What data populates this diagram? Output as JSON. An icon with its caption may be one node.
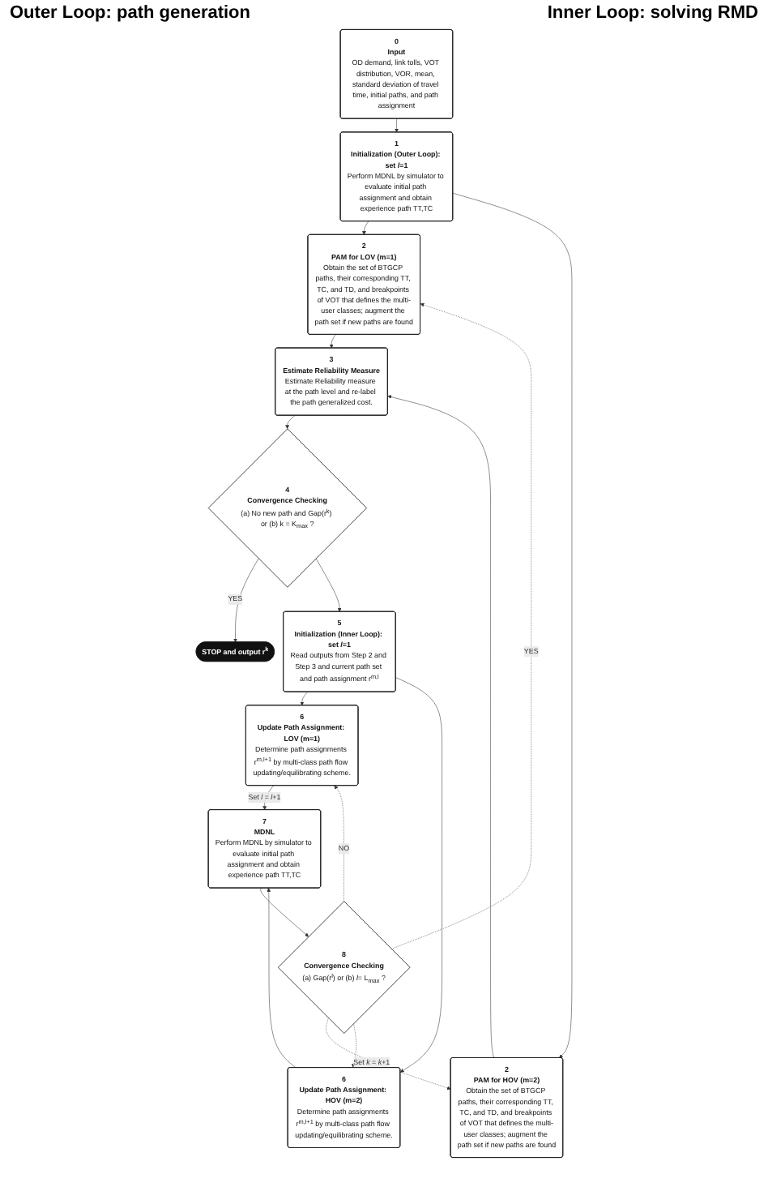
{
  "diagram": {
    "nodes": [
      {
        "text": [
          "0",
          "Input",
          "OD demand, link tolls, VOT distribution, VOR, mean, standard deviation of travel time, initial paths, and path assignment"
        ]
      },
      {
        "text": [
          "1",
          "Initialization (Outer Loop): set *l*=1",
          "Perform MDNL by simulator to evaluate initial path assignment and obtain experience path TT,TC"
        ]
      },
      {
        "text": [
          "2",
          "PAM for LOV (m=1)",
          "Obtain the set of BTGCP paths, their corresponding TT, TC, and TD, and breakpoints of VOT that defines the multi-user classes; augment the path set if new paths are found"
        ]
      },
      {
        "text": [
          "2",
          "PAM for HOV (m=2)",
          "Obtain the set of BTGCP paths, their corresponding TT, TC, and TD, and breakpoints of VOT that defines the multi-user classes; augment the path set if new paths are found"
        ]
      },
      {
        "text": [
          "3",
          "Estimate Reliability Measure",
          "Estimate Reliability measure at the path level and re-label the path generalized cost."
        ]
      },
      {
        "text": [
          "4",
          "Convergence Checking",
          "(a) No new path and Gap(r$^{k}$) or (b) k = K$_{max}$ ?"
        ]
      },
      {
        "text": [
          "STOP and output r$^{k}$"
        ]
      },
      {
        "text": [
          "5",
          "Initialization (Inner Loop): set *l*=1",
          "Read outputs from Step 2 and Step 3 and current path set and path assignment r$^{m,l}$"
        ]
      },
      {
        "text": [
          "6",
          "Update Path Assignment: LOV (m=1)",
          "Determine path assignments r$^{m,l+1}$ by multi-class path flow updating/equilibrating scheme."
        ]
      },
      {
        "text": [
          "6",
          "Update Path Assignment: HOV (m=2)",
          "Determine path assignments r$^{m,l+1}$ by multi-class path flow updating/equilibrating scheme."
        ]
      },
      {
        "text": [
          "7",
          "MDNL",
          "Perform MDNL by simulator to evaluate initial path assignment and obtain experience path TT,TC"
        ]
      },
      {
        "text": [
          "8",
          "Convergence Checking",
          "(a) Gap(r$^{l}$) or (b) *l*= L$_{max}$ ?"
        ]
      }
    ],
    "edges": [
      {
        "from": 0,
        "to": 1,
        "arrow": "to"
      },
      {
        "from": 1,
        "to": 2,
        "arrow": "to"
      },
      {
        "from": 1,
        "to": 3,
        "arrow": "to"
      },
      {
        "from": 2,
        "to": 4,
        "arrow": "to"
      },
      {
        "from": 3,
        "to": 4,
        "arrow": "to"
      },
      {
        "from": 4,
        "to": 5,
        "arrow": "to"
      },
      {
        "from": 5,
        "to": 6,
        "arrow": "to",
        "label": "YES"
      },
      {
        "from": 5,
        "to": 7,
        "arrow": "to"
      },
      {
        "from": 7,
        "to": 8,
        "arrow": "to"
      },
      {
        "from": 7,
        "to": 9,
        "arrow": "to"
      },
      {
        "from": 8,
        "to": 10,
        "arrow": "to",
        "label": "Set *l* = *l*+1"
      },
      {
        "from": 9,
        "to": 10,
        "arrow": "to"
      },
      {
        "from": 10,
        "to": 11,
        "arrow": "to"
      },
      {
        "from": 11,
        "to": 2,
        "arrow": "to",
        "style": "dashed",
        "label": "YES"
      },
      {
        "from": 11,
        "to": 3,
        "arrow": "to",
        "style": "dashed",
        "label": "Set *k* = *k*+1"
      },
      {
        "from": 11,
        "to": 8,
        "arrow": "to",
        "style": "dashed",
        "label": "NO"
      },
      {
        "from": 11,
        "to": 9,
        "arrow": "to",
        "style": "dashed"
      }
    ],
    "labels": [
      "Outer Loop: path generation",
      "Inner Loop: solving RMD"
    ]
  }
}
